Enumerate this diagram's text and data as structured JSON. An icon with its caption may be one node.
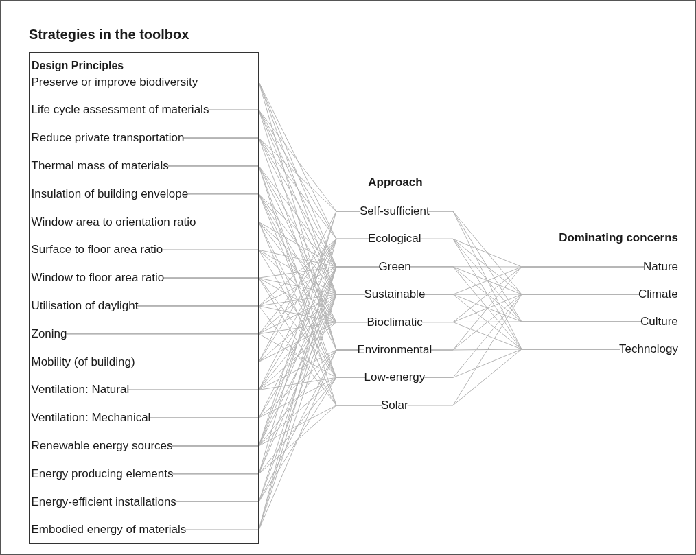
{
  "diagram": {
    "title": "Strategies in the toolbox",
    "nodes": [
      {
        "text": [
          "Design Principles"
        ]
      },
      {
        "text": [
          "Preserve or improve biodiversity"
        ],
        "in": 0
      },
      {
        "text": [
          "Life cycle assessment of materials"
        ],
        "in": 0
      },
      {
        "text": [
          "Reduce private transportation"
        ],
        "in": 0
      },
      {
        "text": [
          "Thermal mass of materials"
        ],
        "in": 0
      },
      {
        "text": [
          "Insulation of building envelope"
        ],
        "in": 0
      },
      {
        "text": [
          "Window area to orientation ratio"
        ],
        "in": 0
      },
      {
        "text": [
          "Surface to floor area ratio"
        ],
        "in": 0
      },
      {
        "text": [
          "Window to floor area ratio"
        ],
        "in": 0
      },
      {
        "text": [
          "Utilisation of daylight"
        ],
        "in": 0
      },
      {
        "text": [
          "Zoning"
        ],
        "in": 0
      },
      {
        "text": [
          "Mobility (of building)"
        ],
        "in": 0
      },
      {
        "text": [
          "Ventilation: Natural"
        ],
        "in": 0
      },
      {
        "text": [
          "Ventilation: Mechanical"
        ],
        "in": 0
      },
      {
        "text": [
          "Renewable energy sources"
        ],
        "in": 0
      },
      {
        "text": [
          "Energy producing elements"
        ],
        "in": 0
      },
      {
        "text": [
          "Energy-efficient installations"
        ],
        "in": 0
      },
      {
        "text": [
          "Embodied energy of materials"
        ],
        "in": 0
      },
      {
        "text": [
          "Self-sufficient"
        ]
      },
      {
        "text": [
          "Ecological"
        ]
      },
      {
        "text": [
          "Green"
        ]
      },
      {
        "text": [
          "Sustainable"
        ]
      },
      {
        "text": [
          "Bioclimatic"
        ]
      },
      {
        "text": [
          "Environmental"
        ]
      },
      {
        "text": [
          "Low-energy"
        ]
      },
      {
        "text": [
          "Solar"
        ]
      },
      {
        "text": [
          "Nature"
        ]
      },
      {
        "text": [
          "Climate"
        ]
      },
      {
        "text": [
          "Culture"
        ]
      },
      {
        "text": [
          "Technology"
        ]
      }
    ],
    "edges": [
      {
        "from": 1,
        "to": 19,
        "arrow": "none"
      },
      {
        "from": 1,
        "to": 20,
        "arrow": "none"
      },
      {
        "from": 1,
        "to": 21,
        "arrow": "none"
      },
      {
        "from": 1,
        "to": 23,
        "arrow": "none"
      },
      {
        "from": 2,
        "to": 18,
        "arrow": "none"
      },
      {
        "from": 2,
        "to": 19,
        "arrow": "none"
      },
      {
        "from": 2,
        "to": 20,
        "arrow": "none"
      },
      {
        "from": 2,
        "to": 21,
        "arrow": "none"
      },
      {
        "from": 2,
        "to": 23,
        "arrow": "none"
      },
      {
        "from": 3,
        "to": 18,
        "arrow": "none"
      },
      {
        "from": 3,
        "to": 19,
        "arrow": "none"
      },
      {
        "from": 3,
        "to": 20,
        "arrow": "none"
      },
      {
        "from": 3,
        "to": 21,
        "arrow": "none"
      },
      {
        "from": 3,
        "to": 23,
        "arrow": "none"
      },
      {
        "from": 4,
        "to": 20,
        "arrow": "none"
      },
      {
        "from": 4,
        "to": 21,
        "arrow": "none"
      },
      {
        "from": 4,
        "to": 22,
        "arrow": "none"
      },
      {
        "from": 4,
        "to": 24,
        "arrow": "none"
      },
      {
        "from": 4,
        "to": 25,
        "arrow": "none"
      },
      {
        "from": 5,
        "to": 20,
        "arrow": "none"
      },
      {
        "from": 5,
        "to": 21,
        "arrow": "none"
      },
      {
        "from": 5,
        "to": 22,
        "arrow": "none"
      },
      {
        "from": 5,
        "to": 23,
        "arrow": "none"
      },
      {
        "from": 5,
        "to": 24,
        "arrow": "none"
      },
      {
        "from": 6,
        "to": 20,
        "arrow": "none"
      },
      {
        "from": 6,
        "to": 21,
        "arrow": "none"
      },
      {
        "from": 6,
        "to": 22,
        "arrow": "none"
      },
      {
        "from": 6,
        "to": 24,
        "arrow": "none"
      },
      {
        "from": 6,
        "to": 25,
        "arrow": "none"
      },
      {
        "from": 7,
        "to": 20,
        "arrow": "none"
      },
      {
        "from": 7,
        "to": 21,
        "arrow": "none"
      },
      {
        "from": 7,
        "to": 22,
        "arrow": "none"
      },
      {
        "from": 7,
        "to": 24,
        "arrow": "none"
      },
      {
        "from": 8,
        "to": 20,
        "arrow": "none"
      },
      {
        "from": 8,
        "to": 21,
        "arrow": "none"
      },
      {
        "from": 8,
        "to": 22,
        "arrow": "none"
      },
      {
        "from": 8,
        "to": 24,
        "arrow": "none"
      },
      {
        "from": 8,
        "to": 25,
        "arrow": "none"
      },
      {
        "from": 9,
        "to": 19,
        "arrow": "none"
      },
      {
        "from": 9,
        "to": 20,
        "arrow": "none"
      },
      {
        "from": 9,
        "to": 21,
        "arrow": "none"
      },
      {
        "from": 9,
        "to": 22,
        "arrow": "none"
      },
      {
        "from": 9,
        "to": 25,
        "arrow": "none"
      },
      {
        "from": 10,
        "to": 19,
        "arrow": "none"
      },
      {
        "from": 10,
        "to": 20,
        "arrow": "none"
      },
      {
        "from": 10,
        "to": 21,
        "arrow": "none"
      },
      {
        "from": 10,
        "to": 22,
        "arrow": "none"
      },
      {
        "from": 10,
        "to": 24,
        "arrow": "none"
      },
      {
        "from": 11,
        "to": 18,
        "arrow": "none"
      },
      {
        "from": 11,
        "to": 19,
        "arrow": "none"
      },
      {
        "from": 11,
        "to": 21,
        "arrow": "none"
      },
      {
        "from": 11,
        "to": 22,
        "arrow": "none"
      },
      {
        "from": 12,
        "to": 19,
        "arrow": "none"
      },
      {
        "from": 12,
        "to": 20,
        "arrow": "none"
      },
      {
        "from": 12,
        "to": 21,
        "arrow": "none"
      },
      {
        "from": 12,
        "to": 22,
        "arrow": "none"
      },
      {
        "from": 12,
        "to": 23,
        "arrow": "none"
      },
      {
        "from": 12,
        "to": 24,
        "arrow": "none"
      },
      {
        "from": 13,
        "to": 20,
        "arrow": "none"
      },
      {
        "from": 13,
        "to": 21,
        "arrow": "none"
      },
      {
        "from": 13,
        "to": 23,
        "arrow": "none"
      },
      {
        "from": 13,
        "to": 24,
        "arrow": "none"
      },
      {
        "from": 14,
        "to": 18,
        "arrow": "none"
      },
      {
        "from": 14,
        "to": 19,
        "arrow": "none"
      },
      {
        "from": 14,
        "to": 20,
        "arrow": "none"
      },
      {
        "from": 14,
        "to": 21,
        "arrow": "none"
      },
      {
        "from": 14,
        "to": 23,
        "arrow": "none"
      },
      {
        "from": 14,
        "to": 24,
        "arrow": "none"
      },
      {
        "from": 14,
        "to": 25,
        "arrow": "none"
      },
      {
        "from": 15,
        "to": 18,
        "arrow": "none"
      },
      {
        "from": 15,
        "to": 20,
        "arrow": "none"
      },
      {
        "from": 15,
        "to": 21,
        "arrow": "none"
      },
      {
        "from": 15,
        "to": 24,
        "arrow": "none"
      },
      {
        "from": 15,
        "to": 25,
        "arrow": "none"
      },
      {
        "from": 16,
        "to": 20,
        "arrow": "none"
      },
      {
        "from": 16,
        "to": 21,
        "arrow": "none"
      },
      {
        "from": 16,
        "to": 23,
        "arrow": "none"
      },
      {
        "from": 16,
        "to": 24,
        "arrow": "none"
      },
      {
        "from": 17,
        "to": 19,
        "arrow": "none"
      },
      {
        "from": 17,
        "to": 20,
        "arrow": "none"
      },
      {
        "from": 17,
        "to": 21,
        "arrow": "none"
      },
      {
        "from": 17,
        "to": 23,
        "arrow": "none"
      },
      {
        "from": 18,
        "to": 27,
        "arrow": "none"
      },
      {
        "from": 18,
        "to": 28,
        "arrow": "none"
      },
      {
        "from": 18,
        "to": 29,
        "arrow": "none"
      },
      {
        "from": 19,
        "to": 26,
        "arrow": "none"
      },
      {
        "from": 19,
        "to": 27,
        "arrow": "none"
      },
      {
        "from": 19,
        "to": 28,
        "arrow": "none"
      },
      {
        "from": 19,
        "to": 29,
        "arrow": "none"
      },
      {
        "from": 20,
        "to": 26,
        "arrow": "none"
      },
      {
        "from": 20,
        "to": 27,
        "arrow": "none"
      },
      {
        "from": 20,
        "to": 28,
        "arrow": "none"
      },
      {
        "from": 20,
        "to": 29,
        "arrow": "none"
      },
      {
        "from": 21,
        "to": 26,
        "arrow": "none"
      },
      {
        "from": 21,
        "to": 27,
        "arrow": "none"
      },
      {
        "from": 21,
        "to": 28,
        "arrow": "none"
      },
      {
        "from": 21,
        "to": 29,
        "arrow": "none"
      },
      {
        "from": 22,
        "to": 26,
        "arrow": "none"
      },
      {
        "from": 22,
        "to": 27,
        "arrow": "none"
      },
      {
        "from": 22,
        "to": 28,
        "arrow": "none"
      },
      {
        "from": 22,
        "to": 29,
        "arrow": "none"
      },
      {
        "from": 23,
        "to": 26,
        "arrow": "none"
      },
      {
        "from": 23,
        "to": 27,
        "arrow": "none"
      },
      {
        "from": 23,
        "to": 29,
        "arrow": "none"
      },
      {
        "from": 24,
        "to": 27,
        "arrow": "none"
      },
      {
        "from": 24,
        "to": 29,
        "arrow": "none"
      },
      {
        "from": 25,
        "to": 27,
        "arrow": "none"
      },
      {
        "from": 25,
        "to": 29,
        "arrow": "none"
      }
    ],
    "labels": [
      "Approach",
      "Dominating concerns"
    ]
  }
}
